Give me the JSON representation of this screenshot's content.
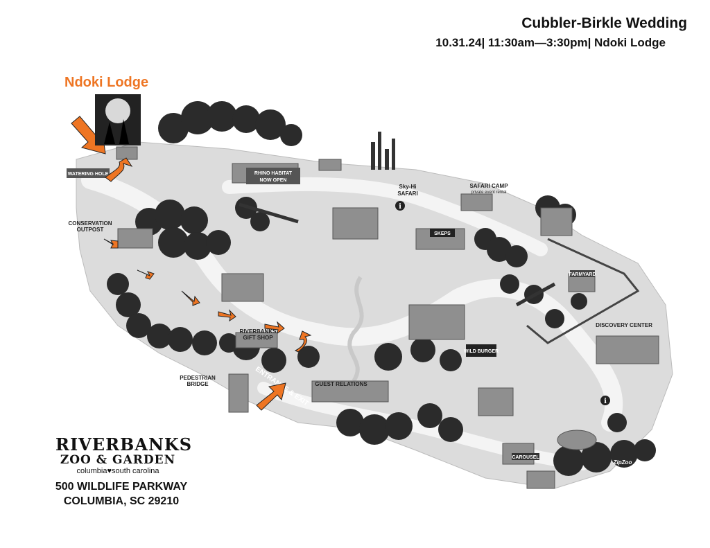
{
  "header": {
    "title": "Cubbler-Birkle Wedding",
    "subtitle": "10.31.24| 11:30am—3:30pm| Ndoki Lodge"
  },
  "callout": {
    "label": "Ndoki Lodge"
  },
  "logo": {
    "line1": "RIVERBANKS",
    "line2": "ZOO & GARDEN",
    "line3": "columbia♥south carolina"
  },
  "address": {
    "street": "500 WILDLIFE PARKWAY",
    "city": "COLUMBIA, SC 29210"
  },
  "map_labels": {
    "watering_hole": "WATERING HOLE",
    "rhino_habitat": "RHINO HABITAT",
    "now_open": "NOW OPEN",
    "sky_hi": "Sky-Hi",
    "safari": "SAFARI",
    "safari_camp": "SAFARI CAMP",
    "private_event": "private event rental",
    "conservation": "CONSERVATION",
    "outpost": "OUTPOST",
    "skeps": "SKEPS",
    "riverbanks": "RIVERBANKS",
    "gift_shop": "GIFT SHOP",
    "pedestrian": "PEDESTRIAN",
    "bridge": "BRIDGE",
    "entrance_exit": "ENTRANCE & EXIT",
    "guest_relations": "GUEST RELATIONS",
    "discovery_center": "DISCOVERY CENTER",
    "farmyard": "FARMYARD",
    "wild_burger": "WILD BURGER",
    "carousel": "CAROUSEL",
    "zipzoo": "ZipZoo"
  },
  "colors": {
    "accent": "#ee7523",
    "tree": "#2b2b2b",
    "path": "#e6e6e6",
    "building": "#8f8f8f"
  }
}
